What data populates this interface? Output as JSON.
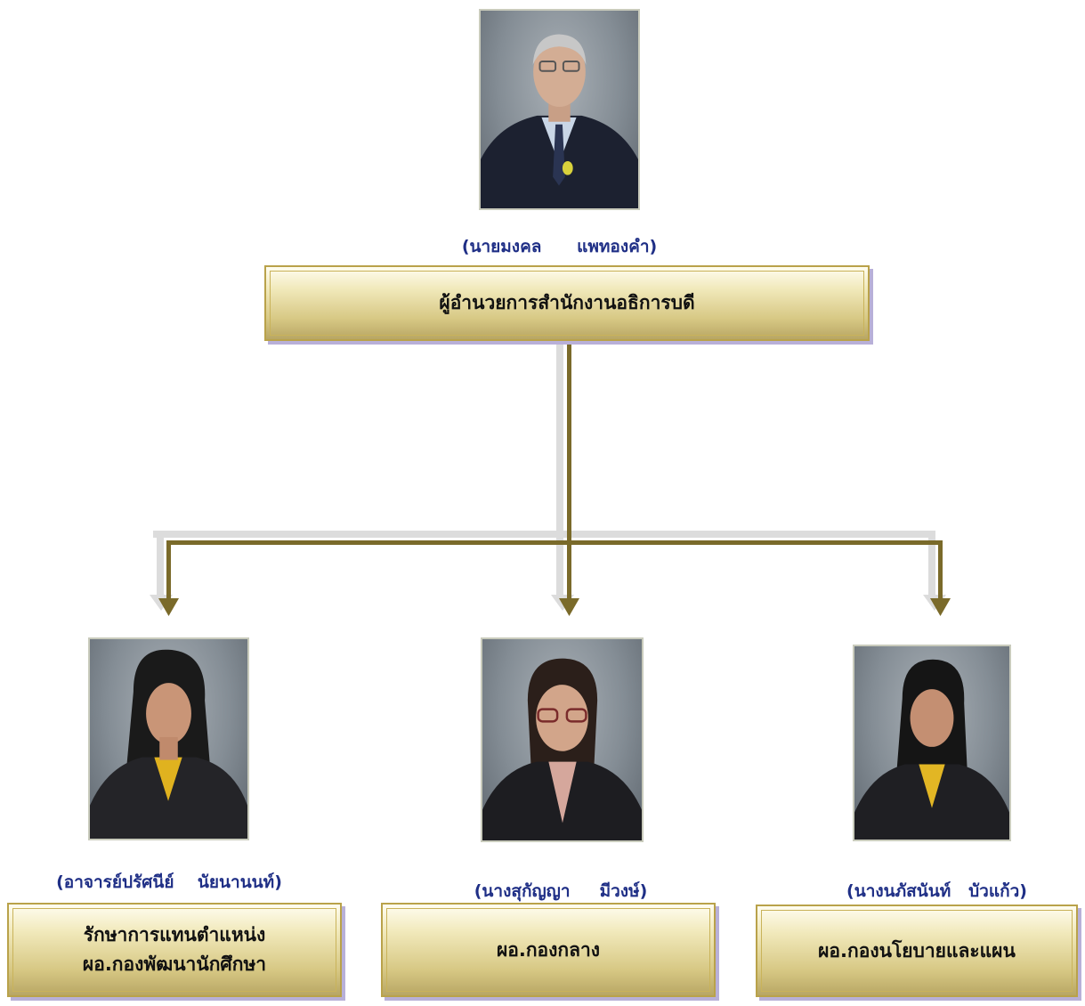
{
  "director": {
    "name": "(นายมงคล      แพทองคำ)",
    "position": "ผู้อำนวยการสำนักงานอธิการบดี"
  },
  "subordinates": [
    {
      "name": "(อาจารย์ปรัศนีย์    นัยนานนท์)",
      "position": "รักษาการแทนตำแหน่ง\nผอ.กองพัฒนานักศึกษา"
    },
    {
      "name": "(นางสุกัญญา     มีวงษ์)",
      "position": "ผอ.กองกลาง"
    },
    {
      "name": "(นางนภัสนันท์   บัวแก้ว)",
      "position": "ผอ.กองนโยบายและแผน"
    }
  ],
  "colors": {
    "connector": "#7a6a2a",
    "connector_shadow": "#d6d6d6",
    "name_text": "#1f2f86",
    "box_border": "#b9a24a"
  }
}
